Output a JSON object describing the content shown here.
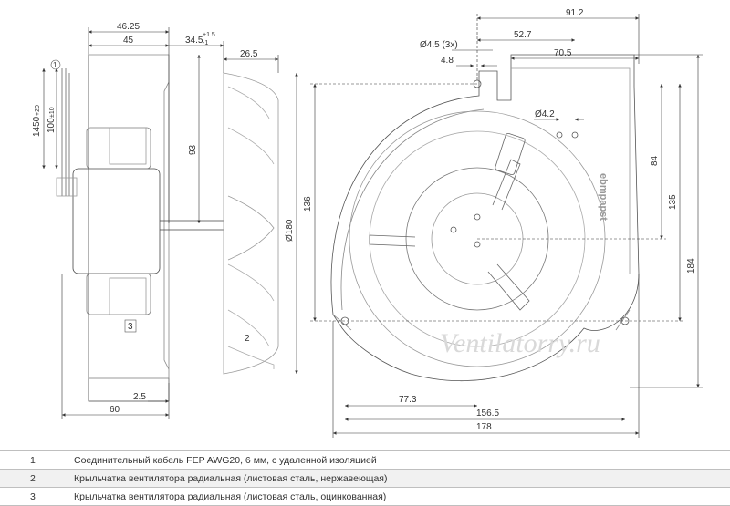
{
  "left_view": {
    "dims": {
      "d46_25": "46.25",
      "d45": "45",
      "d34_5": "34.5",
      "d34_5_tol_up": "+1.5",
      "d34_5_tol_down": "-1",
      "d26_5": "26.5",
      "d1450": "1450",
      "d1450_tol": "+20",
      "d100": "100",
      "d100_tol": "±10",
      "d93": "93",
      "d180": "Ø180",
      "d2_5": "2.5",
      "d60": "60"
    },
    "callouts": {
      "c1": "1",
      "c2": "2",
      "c3": "3"
    }
  },
  "right_view": {
    "dims": {
      "d91_2": "91.2",
      "d4_5": "Ø4.5 (3x)",
      "d52_7": "52.7",
      "d4_8": "4.8",
      "d70_5": "70.5",
      "d4_2": "Ø4.2",
      "d136": "136",
      "d84": "84",
      "d135": "135",
      "d184": "184",
      "d77_3": "77.3",
      "d156_5": "156.5",
      "d178": "178"
    },
    "brand": "ebmpapst"
  },
  "watermark": "Ventilatorry.ru",
  "legend": [
    {
      "num": "1",
      "text": "Соединительный кабель FEP AWG20, 6 мм, с удаленной изоляцией"
    },
    {
      "num": "2",
      "text": "Крыльчатка вентилятора радиальная (листовая сталь, нержавеющая)"
    },
    {
      "num": "3",
      "text": "Крыльчатка вентилятора радиальная (листовая сталь, оцинкованная)"
    }
  ]
}
